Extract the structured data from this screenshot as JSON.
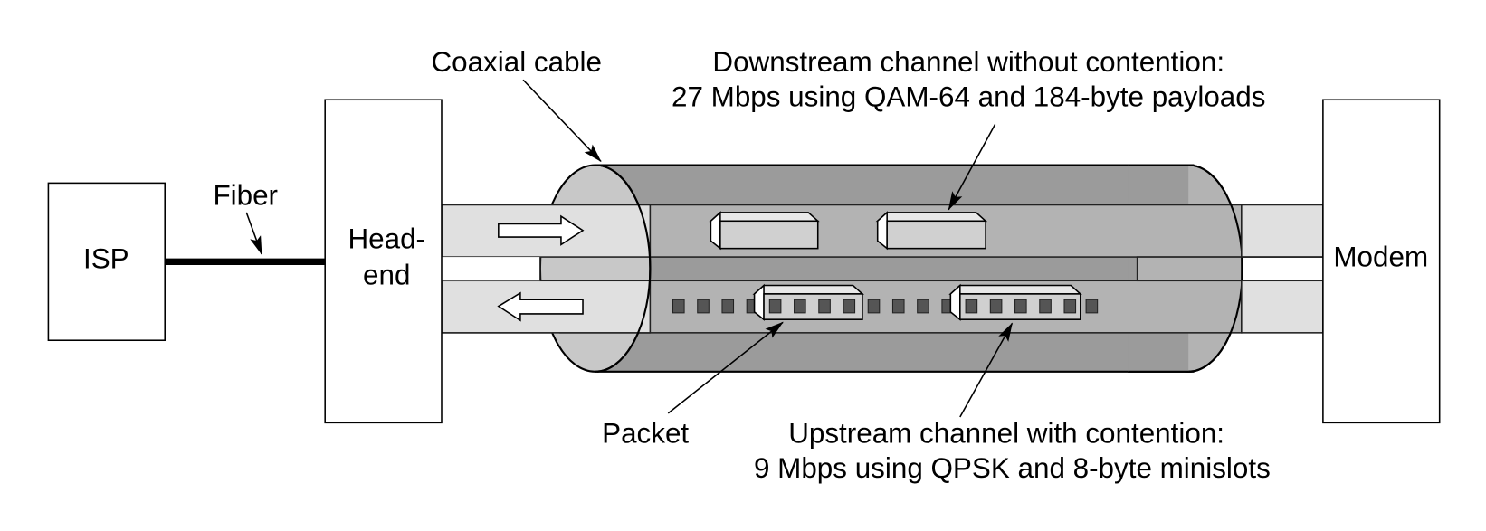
{
  "nodes": {
    "isp": {
      "label": "ISP"
    },
    "headend": {
      "line1": "Head-",
      "line2": "end"
    },
    "modem": {
      "label": "Modem"
    }
  },
  "links": {
    "fiber": {
      "label": "Fiber"
    },
    "coax": {
      "label": "Coaxial cable"
    }
  },
  "annotations": {
    "downstream": {
      "line1": "Downstream channel without contention:",
      "line2": "27 Mbps using QAM-64 and 184-byte payloads"
    },
    "upstream": {
      "line1": "Upstream channel with contention:",
      "line2": "9 Mbps using QPSK and 8-byte minislots"
    },
    "packet": {
      "label": "Packet"
    }
  },
  "channels": {
    "downstream_direction": "right-arrow-icon",
    "upstream_direction": "left-arrow-icon",
    "upstream_packets": [
      {
        "minislots": 4
      },
      {
        "minislots": 5
      }
    ]
  },
  "colors": {
    "cable_body": "#9b9b9b",
    "cable_end": "#c8c8c8",
    "channel_band": "#e0e0e0",
    "channel_band_inside": "#b3b3b3",
    "minislot": "#555555",
    "packet_front": "#d0d0d0"
  }
}
